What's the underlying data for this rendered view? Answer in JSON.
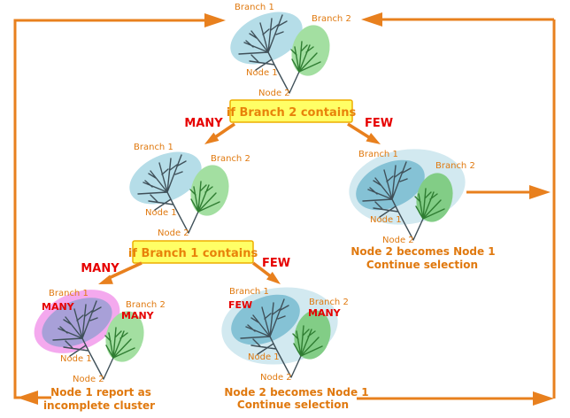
{
  "diagram": {
    "kind": "decision-flowchart",
    "description": "Tree branch cluster selection loop"
  },
  "colors": {
    "accent_orange": "#e8801e",
    "label_orange": "#e0790f",
    "alert_red": "#e60000",
    "box_fill": "#ffff66",
    "box_border": "#eeae00",
    "blob_blue_light": "#b5dde8",
    "blob_blue_pale": "#d2e9f0",
    "blob_blue_medium": "#85c2d5",
    "blob_green": "#a3dfa1",
    "blob_green_deep": "#82cd86",
    "blob_pink": "#f4a9ee",
    "blob_purple": "#a8a0d8",
    "tree_line_dark": "#3f5059",
    "tree_line_green": "#2f7d32"
  },
  "trees": {
    "start": {
      "branch1": "Branch 1",
      "branch2": "Branch 2",
      "node1": "Node 1",
      "node2": "Node 2"
    },
    "branch2_many": {
      "branch1": "Branch 1",
      "branch2": "Branch 2",
      "node1": "Node 1",
      "node2": "Node 2"
    },
    "branch2_few": {
      "branch1": "Branch 1",
      "branch2": "Branch 2",
      "node1": "Node 1",
      "node2": "Node 2",
      "caption1": "Node 2 becomes Node 1",
      "caption2": "Continue selection"
    },
    "branch1_many": {
      "branch1": "Branch 1",
      "branch1_qty": "MANY",
      "branch2": "Branch 2",
      "branch2_qty": "MANY",
      "node1": "Node 1",
      "node2": "Node 2",
      "caption1": "Node 1 report as",
      "caption2": "incomplete cluster"
    },
    "branch1_few": {
      "branch1": "Branch 1",
      "branch1_qty": "FEW",
      "branch2": "Branch 2",
      "branch2_qty": "MANY",
      "node1": "Node 1",
      "node2": "Node 2",
      "caption1": "Node 2 becomes Node 1",
      "caption2": "Continue selection"
    }
  },
  "decisions": {
    "branch2": {
      "label": "if Branch 2 contains",
      "left_choice": "MANY",
      "right_choice": "FEW"
    },
    "branch1": {
      "label": "if Branch 1 contains",
      "left_choice": "MANY",
      "right_choice": "FEW"
    }
  }
}
